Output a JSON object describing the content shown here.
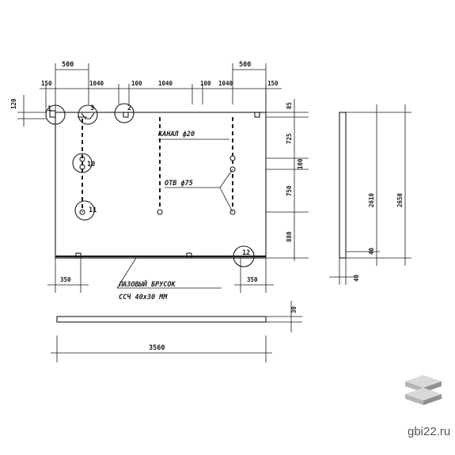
{
  "drawing": {
    "top_dims": [
      "500",
      "500"
    ],
    "spacing_dims": [
      "150",
      "1040",
      "100",
      "1040",
      "100",
      "1040",
      "150"
    ],
    "left_dim": "120",
    "right_dims": [
      "85",
      "725",
      "100",
      "750",
      "880"
    ],
    "side_view_dims": [
      "2610",
      "2650",
      "40",
      "40"
    ],
    "bottom_dims": [
      "350",
      "350"
    ],
    "thickness_dim": "30",
    "total_width": "3560",
    "markers": [
      "1",
      "3",
      "2",
      "10",
      "11",
      "12"
    ],
    "labels": {
      "channel": "КАНАЛ ф20",
      "hole": "ОТВ ф75",
      "groove_line1": "ПАЗОВЫЙ БРУСОК",
      "groove_line2": "ССЧ 40х30 ММ"
    }
  },
  "watermark": {
    "site": "gbi22.ru",
    "colors": [
      "#d9d9d9",
      "#b5b5b5",
      "#8f8f8f"
    ]
  }
}
